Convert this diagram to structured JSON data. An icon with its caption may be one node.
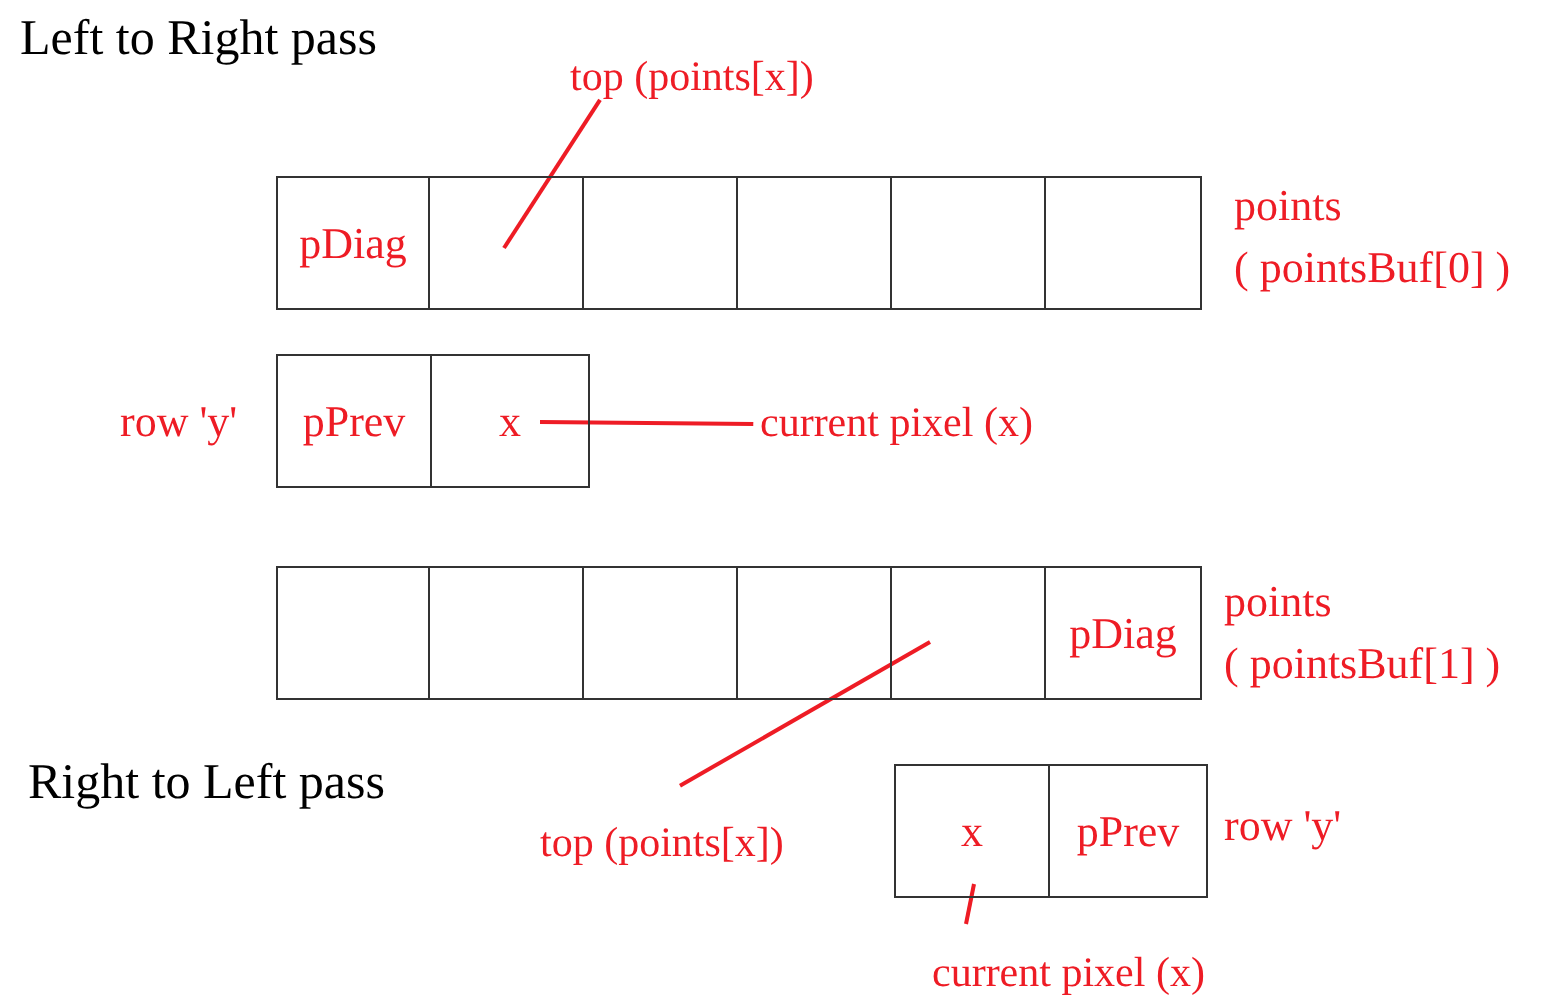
{
  "diagram": {
    "nodes": [
      {
        "text": [
          "top (points[x])"
        ]
      },
      {
        "text": [
          "pDiag"
        ]
      },
      {
        "text": [],
        "shape": "box"
      },
      {
        "text": [],
        "shape": "box"
      },
      {
        "text": [],
        "shape": "box"
      },
      {
        "text": [],
        "shape": "box"
      },
      {
        "text": [],
        "shape": "box"
      },
      {
        "text": [
          "pPrev"
        ]
      },
      {
        "text": [
          "x"
        ]
      },
      {
        "text": [
          "current pixel (x)"
        ]
      },
      {
        "text": [],
        "shape": "box"
      },
      {
        "text": [],
        "shape": "box"
      },
      {
        "text": [],
        "shape": "box"
      },
      {
        "text": [],
        "shape": "box"
      },
      {
        "text": [],
        "shape": "box"
      },
      {
        "text": [
          "pDiag"
        ]
      },
      {
        "text": [
          "top (points[x])"
        ]
      },
      {
        "text": [
          "x"
        ]
      },
      {
        "text": [
          "pPrev"
        ]
      },
      {
        "text": [
          "current pixel (x)"
        ]
      }
    ],
    "edges": [
      {
        "from": 0,
        "to": 2,
        "arrow": "none"
      },
      {
        "from": 9,
        "to": 8,
        "arrow": "none"
      },
      {
        "from": 16,
        "to": 14,
        "arrow": "none"
      },
      {
        "from": 19,
        "to": 17,
        "arrow": "none"
      }
    ],
    "labels": [
      "Left to Right pass",
      "points",
      "( pointsBuf[0] )",
      "row 'y'",
      "points",
      "( pointsBuf[1] )",
      "Right to Left pass",
      "row 'y'"
    ]
  }
}
